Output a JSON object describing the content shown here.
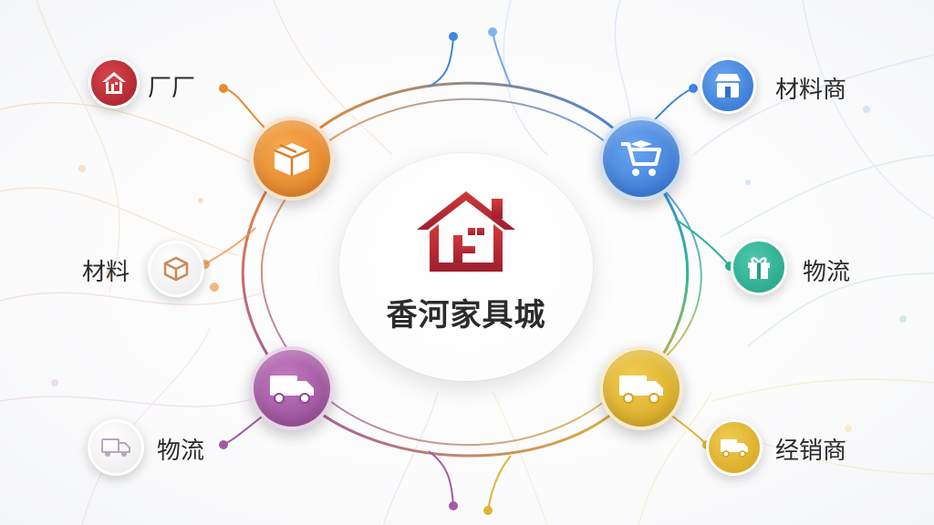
{
  "center": {
    "title": "香河家具城",
    "icon": "house-icon"
  },
  "nodes": [
    {
      "key": "box",
      "icon": "box-icon",
      "color": "#e98a2e"
    },
    {
      "key": "cart",
      "icon": "cart-icon",
      "color": "#3f86e0"
    },
    {
      "key": "truck-left",
      "icon": "truck-icon",
      "color": "#a55aa3"
    },
    {
      "key": "truck-right",
      "icon": "truck-icon",
      "color": "#e0b432"
    }
  ],
  "labels": {
    "factory": "厂厂",
    "material_supplier": "材料商",
    "material": "材料",
    "logistics_right": "物流",
    "logistics_left": "物流",
    "dealer": "经销商"
  },
  "colors": {
    "house_red": "#b5232d",
    "orange": "#e98a2e",
    "blue": "#3f86e0",
    "teal": "#2fb59a",
    "purple": "#a55aa3",
    "yellow": "#e0b432"
  }
}
